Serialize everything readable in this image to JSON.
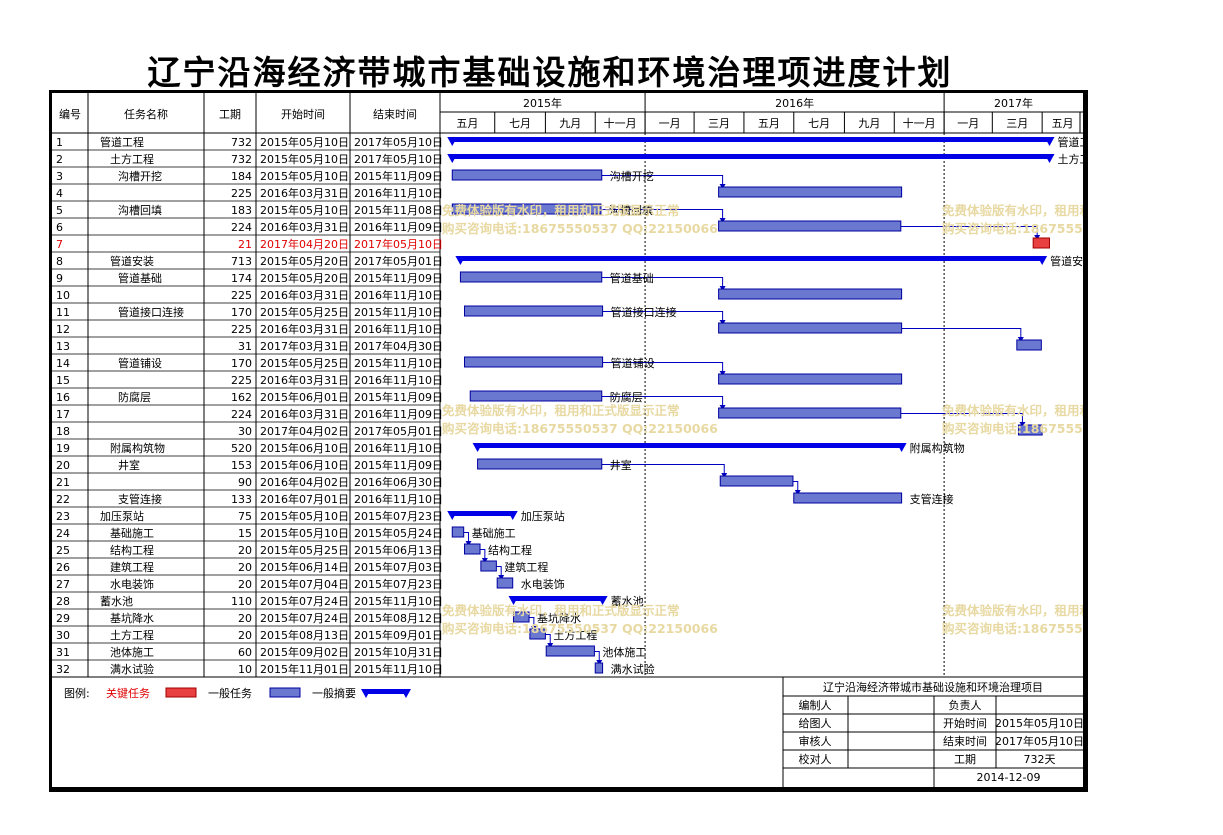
{
  "title": "辽宁沿海经济带城市基础设施和环境治理项进度计划",
  "headers": {
    "id": "编号",
    "name": "任务名称",
    "duration": "工期",
    "start": "开始时间",
    "end": "结束时间"
  },
  "years": [
    "2015年",
    "2016年",
    "2017年"
  ],
  "months": [
    "五月",
    "七月",
    "九月",
    "十一月",
    "一月",
    "三月",
    "五月",
    "七月",
    "九月",
    "十一月",
    "一月",
    "三月",
    "五月"
  ],
  "timeline": {
    "start": "2015-04-25",
    "end": "2017-06-20"
  },
  "tasks": [
    {
      "id": "1",
      "name": "管道工程",
      "indent": 1,
      "duration": "732",
      "start": "2015年05月10日",
      "end": "2017年05月10日",
      "s": "2015-05-10",
      "e": "2017-05-10",
      "kind": "summary",
      "label": "管道工程"
    },
    {
      "id": "2",
      "name": "土方工程",
      "indent": 2,
      "duration": "732",
      "start": "2015年05月10日",
      "end": "2017年05月10日",
      "s": "2015-05-10",
      "e": "2017-05-10",
      "kind": "summary",
      "label": "土方工程"
    },
    {
      "id": "3",
      "name": "沟槽开挖",
      "indent": 3,
      "duration": "184",
      "start": "2015年05月10日",
      "end": "2015年11月09日",
      "s": "2015-05-10",
      "e": "2015-11-09",
      "kind": "normal",
      "label": "沟槽开挖"
    },
    {
      "id": "4",
      "name": "",
      "indent": 3,
      "duration": "225",
      "start": "2016年03月31日",
      "end": "2016年11月10日",
      "s": "2016-03-31",
      "e": "2016-11-10",
      "kind": "normal",
      "label": ""
    },
    {
      "id": "5",
      "name": "沟槽回填",
      "indent": 3,
      "duration": "183",
      "start": "2015年05月10日",
      "end": "2015年11月08日",
      "s": "2015-05-10",
      "e": "2015-11-08",
      "kind": "normal",
      "label": "沟槽回填"
    },
    {
      "id": "6",
      "name": "",
      "indent": 3,
      "duration": "224",
      "start": "2016年03月31日",
      "end": "2016年11月09日",
      "s": "2016-03-31",
      "e": "2016-11-09",
      "kind": "normal",
      "label": ""
    },
    {
      "id": "7",
      "name": "",
      "indent": 3,
      "duration": "21",
      "start": "2017年04月20日",
      "end": "2017年05月10日",
      "s": "2017-04-20",
      "e": "2017-05-10",
      "kind": "critical",
      "label": ""
    },
    {
      "id": "8",
      "name": "管道安装",
      "indent": 2,
      "duration": "713",
      "start": "2015年05月20日",
      "end": "2017年05月01日",
      "s": "2015-05-20",
      "e": "2017-05-01",
      "kind": "summary",
      "label": "管道安装"
    },
    {
      "id": "9",
      "name": "管道基础",
      "indent": 3,
      "duration": "174",
      "start": "2015年05月20日",
      "end": "2015年11月09日",
      "s": "2015-05-20",
      "e": "2015-11-09",
      "kind": "normal",
      "label": "管道基础"
    },
    {
      "id": "10",
      "name": "",
      "indent": 3,
      "duration": "225",
      "start": "2016年03月31日",
      "end": "2016年11月10日",
      "s": "2016-03-31",
      "e": "2016-11-10",
      "kind": "normal",
      "label": ""
    },
    {
      "id": "11",
      "name": "管道接口连接",
      "indent": 3,
      "duration": "170",
      "start": "2015年05月25日",
      "end": "2015年11月10日",
      "s": "2015-05-25",
      "e": "2015-11-10",
      "kind": "normal",
      "label": "管道接口连接"
    },
    {
      "id": "12",
      "name": "",
      "indent": 3,
      "duration": "225",
      "start": "2016年03月31日",
      "end": "2016年11月10日",
      "s": "2016-03-31",
      "e": "2016-11-10",
      "kind": "normal",
      "label": ""
    },
    {
      "id": "13",
      "name": "",
      "indent": 3,
      "duration": "31",
      "start": "2017年03月31日",
      "end": "2017年04月30日",
      "s": "2017-03-31",
      "e": "2017-04-30",
      "kind": "normal",
      "label": ""
    },
    {
      "id": "14",
      "name": "管道铺设",
      "indent": 3,
      "duration": "170",
      "start": "2015年05月25日",
      "end": "2015年11月10日",
      "s": "2015-05-25",
      "e": "2015-11-10",
      "kind": "normal",
      "label": "管道铺设"
    },
    {
      "id": "15",
      "name": "",
      "indent": 3,
      "duration": "225",
      "start": "2016年03月31日",
      "end": "2016年11月10日",
      "s": "2016-03-31",
      "e": "2016-11-10",
      "kind": "normal",
      "label": ""
    },
    {
      "id": "16",
      "name": "防腐层",
      "indent": 3,
      "duration": "162",
      "start": "2015年06月01日",
      "end": "2015年11月09日",
      "s": "2015-06-01",
      "e": "2015-11-09",
      "kind": "normal",
      "label": "防腐层"
    },
    {
      "id": "17",
      "name": "",
      "indent": 3,
      "duration": "224",
      "start": "2016年03月31日",
      "end": "2016年11月09日",
      "s": "2016-03-31",
      "e": "2016-11-09",
      "kind": "normal",
      "label": ""
    },
    {
      "id": "18",
      "name": "",
      "indent": 3,
      "duration": "30",
      "start": "2017年04月02日",
      "end": "2017年05月01日",
      "s": "2017-04-02",
      "e": "2017-05-01",
      "kind": "normal",
      "label": ""
    },
    {
      "id": "19",
      "name": "附属构筑物",
      "indent": 2,
      "duration": "520",
      "start": "2015年06月10日",
      "end": "2016年11月10日",
      "s": "2015-06-10",
      "e": "2016-11-10",
      "kind": "summary",
      "label": "附属构筑物"
    },
    {
      "id": "20",
      "name": "井室",
      "indent": 3,
      "duration": "153",
      "start": "2015年06月10日",
      "end": "2015年11月09日",
      "s": "2015-06-10",
      "e": "2015-11-09",
      "kind": "normal",
      "label": "井室"
    },
    {
      "id": "21",
      "name": "",
      "indent": 3,
      "duration": "90",
      "start": "2016年04月02日",
      "end": "2016年06月30日",
      "s": "2016-04-02",
      "e": "2016-06-30",
      "kind": "normal",
      "label": ""
    },
    {
      "id": "22",
      "name": "支管连接",
      "indent": 3,
      "duration": "133",
      "start": "2016年07月01日",
      "end": "2016年11月10日",
      "s": "2016-07-01",
      "e": "2016-11-10",
      "kind": "normal",
      "label": "支管连接"
    },
    {
      "id": "23",
      "name": "加压泵站",
      "indent": 1,
      "duration": "75",
      "start": "2015年05月10日",
      "end": "2015年07月23日",
      "s": "2015-05-10",
      "e": "2015-07-23",
      "kind": "summary",
      "label": "加压泵站"
    },
    {
      "id": "24",
      "name": "基础施工",
      "indent": 2,
      "duration": "15",
      "start": "2015年05月10日",
      "end": "2015年05月24日",
      "s": "2015-05-10",
      "e": "2015-05-24",
      "kind": "normal",
      "label": "基础施工"
    },
    {
      "id": "25",
      "name": "结构工程",
      "indent": 2,
      "duration": "20",
      "start": "2015年05月25日",
      "end": "2015年06月13日",
      "s": "2015-05-25",
      "e": "2015-06-13",
      "kind": "normal",
      "label": "结构工程"
    },
    {
      "id": "26",
      "name": "建筑工程",
      "indent": 2,
      "duration": "20",
      "start": "2015年06月14日",
      "end": "2015年07月03日",
      "s": "2015-06-14",
      "e": "2015-07-03",
      "kind": "normal",
      "label": "建筑工程"
    },
    {
      "id": "27",
      "name": "水电装饰",
      "indent": 2,
      "duration": "20",
      "start": "2015年07月04日",
      "end": "2015年07月23日",
      "s": "2015-07-04",
      "e": "2015-07-23",
      "kind": "normal",
      "label": "水电装饰"
    },
    {
      "id": "28",
      "name": "蓄水池",
      "indent": 1,
      "duration": "110",
      "start": "2015年07月24日",
      "end": "2015年11月10日",
      "s": "2015-07-24",
      "e": "2015-11-10",
      "kind": "summary",
      "label": "蓄水池"
    },
    {
      "id": "29",
      "name": "基坑降水",
      "indent": 2,
      "duration": "20",
      "start": "2015年07月24日",
      "end": "2015年08月12日",
      "s": "2015-07-24",
      "e": "2015-08-12",
      "kind": "normal",
      "label": "基坑降水"
    },
    {
      "id": "30",
      "name": "土方工程",
      "indent": 2,
      "duration": "20",
      "start": "2015年08月13日",
      "end": "2015年09月01日",
      "s": "2015-08-13",
      "e": "2015-09-01",
      "kind": "normal",
      "label": "土方工程"
    },
    {
      "id": "31",
      "name": "池体施工",
      "indent": 2,
      "duration": "60",
      "start": "2015年09月02日",
      "end": "2015年10月31日",
      "s": "2015-09-02",
      "e": "2015-10-31",
      "kind": "normal",
      "label": "池体施工"
    },
    {
      "id": "32",
      "name": "满水试验",
      "indent": 2,
      "duration": "10",
      "start": "2015年11月01日",
      "end": "2015年11月10日",
      "s": "2015-11-01",
      "e": "2015-11-10",
      "kind": "normal",
      "label": "满水试验"
    }
  ],
  "links": [
    [
      3,
      4
    ],
    [
      5,
      6
    ],
    [
      6,
      7
    ],
    [
      9,
      10
    ],
    [
      11,
      12
    ],
    [
      12,
      13
    ],
    [
      14,
      15
    ],
    [
      16,
      17
    ],
    [
      17,
      18
    ],
    [
      20,
      21
    ],
    [
      21,
      22
    ],
    [
      24,
      25
    ],
    [
      25,
      26
    ],
    [
      26,
      27
    ],
    [
      29,
      30
    ],
    [
      30,
      31
    ],
    [
      31,
      32
    ]
  ],
  "legend": {
    "prefix": "图例:",
    "critical": "关键任务",
    "normal": "一般任务",
    "summary": "一般摘要"
  },
  "info": {
    "project": "辽宁沿海经济带城市基础设施和环境治理项目",
    "compiler": "编制人",
    "owner": "负责人",
    "drawer": "给图人",
    "start_label": "开始时间",
    "start_value": "2015年05月10日",
    "reviewer": "审核人",
    "end_label": "结束时间",
    "end_value": "2017年05月10日",
    "checker": "校对人",
    "duration_label": "工期",
    "duration_value": "732天",
    "date": "2014-12-09"
  },
  "watermark": {
    "line1": "免费体验版有水印，租用和正式版显示正常",
    "line2": "购买咨询电话:18675550537 QQ:22150066"
  },
  "colors": {
    "bar_fill": "#6b78d0",
    "bar_border": "#0000a0",
    "summary": "#0000e6",
    "critical_fill": "#e84040",
    "critical_text": "#e00000",
    "link": "#0000c0",
    "watermark": "#e8d9a2"
  }
}
